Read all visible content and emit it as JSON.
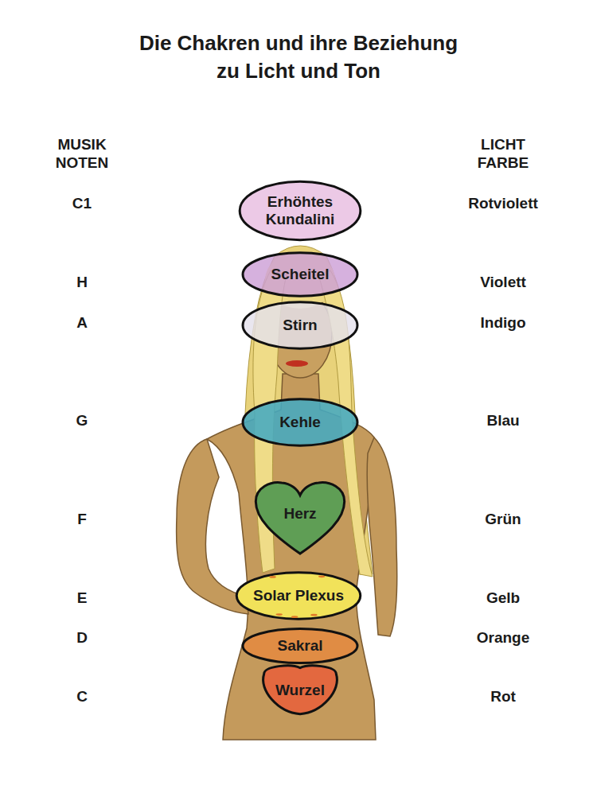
{
  "diagram": {
    "title": "Die Chakren und ihre Beziehung zu Licht und Ton",
    "nodes": [
      {
        "text": [
          "Erhöhtes Kundalini"
        ]
      },
      {
        "text": [
          "Scheitel"
        ]
      },
      {
        "text": [
          "Stirn"
        ]
      },
      {
        "text": [
          "Kehle"
        ]
      },
      {
        "text": [
          "Herz"
        ]
      },
      {
        "text": [
          "Solar Plexus"
        ]
      },
      {
        "text": [
          "Sakral"
        ]
      },
      {
        "text": [
          "Wurzel"
        ]
      }
    ],
    "labels": [
      "MUSIK NOTEN",
      "LICHT FARBE",
      "C1",
      "Rotviolett",
      "H",
      "Violett",
      "A",
      "Indigo",
      "G",
      "Blau",
      "F",
      "Grün",
      "E",
      "Gelb",
      "D",
      "Orange",
      "C",
      "Rot"
    ]
  }
}
